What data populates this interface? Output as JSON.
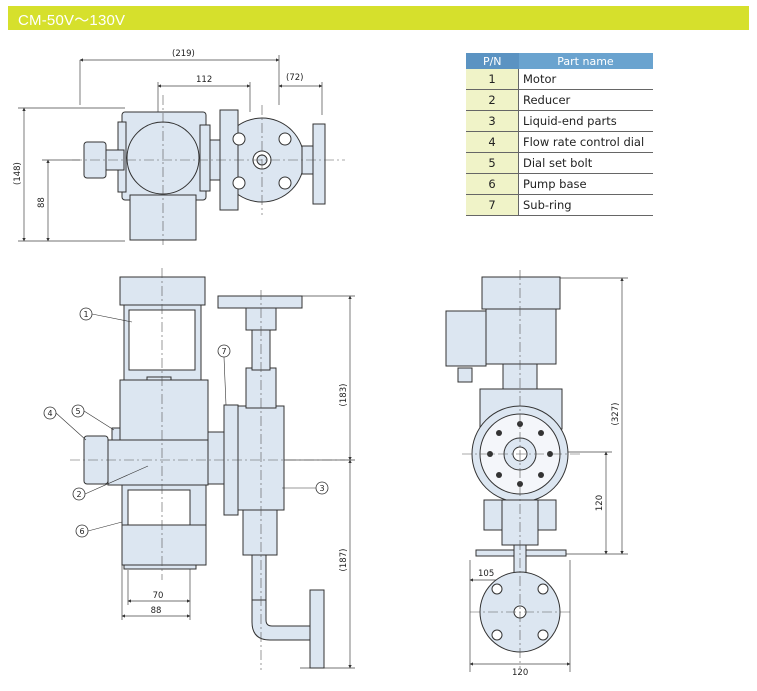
{
  "title": "CM-50V〜130V",
  "table": {
    "headers": [
      "P/N",
      "Part name"
    ],
    "rows": [
      {
        "pn": "1",
        "name": "Motor"
      },
      {
        "pn": "2",
        "name": "Reducer"
      },
      {
        "pn": "3",
        "name": "Liquid-end parts"
      },
      {
        "pn": "4",
        "name": "Flow rate control dial"
      },
      {
        "pn": "5",
        "name": "Dial set bolt"
      },
      {
        "pn": "6",
        "name": "Pump base"
      },
      {
        "pn": "7",
        "name": "Sub-ring"
      }
    ]
  },
  "dimensions": {
    "top_overall": "(219)",
    "top_center": "112",
    "top_right": "(72)",
    "top_height": "(148)",
    "top_offset": "88",
    "front_upper": "(183)",
    "front_lower": "(187)",
    "front_base_inner": "70",
    "front_base_outer": "88",
    "side_height": "(327)",
    "side_center": "120",
    "side_offset": "105",
    "side_flange": "120"
  },
  "callouts": [
    "1",
    "2",
    "3",
    "4",
    "5",
    "6",
    "7"
  ],
  "colors": {
    "title_bar": "#d6e02c",
    "part_fill": "#dce6f1",
    "line": "#333333",
    "table_header": "#6aa3cf",
    "table_pn": "#f0f3c8"
  }
}
